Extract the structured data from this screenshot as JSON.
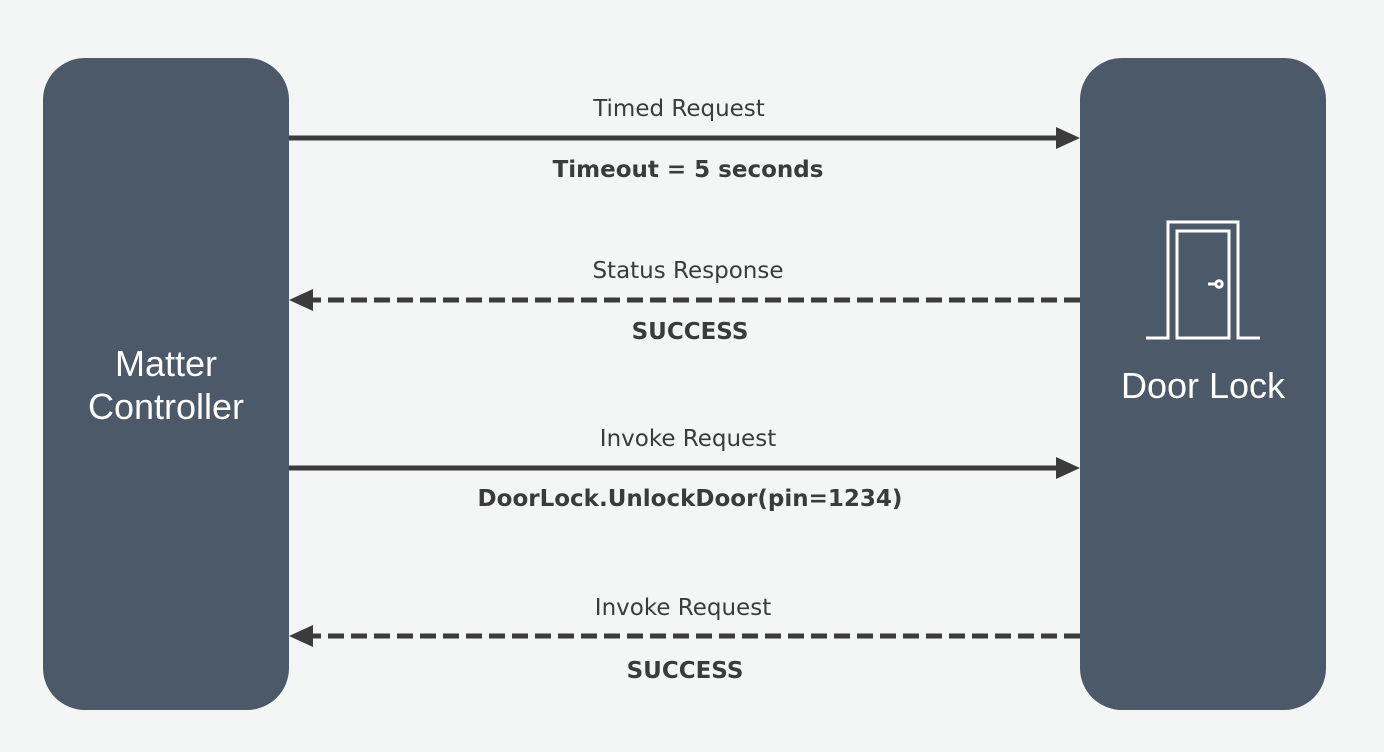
{
  "participants": {
    "controller": {
      "title": "Matter\nController"
    },
    "door_lock": {
      "title": "Door Lock",
      "icon": "door-icon"
    }
  },
  "messages": [
    {
      "label": "Timed Request",
      "detail": "Timeout = 5 seconds",
      "direction": "controller-to-door-lock",
      "line": "solid"
    },
    {
      "label": "Status Response",
      "detail": "SUCCESS",
      "direction": "door-lock-to-controller",
      "line": "dashed"
    },
    {
      "label": "Invoke Request",
      "detail": "DoorLock.UnlockDoor(pin=1234)",
      "direction": "controller-to-door-lock",
      "line": "solid"
    },
    {
      "label": "Invoke Request",
      "detail": "SUCCESS",
      "direction": "door-lock-to-controller",
      "line": "dashed"
    }
  ],
  "colors": {
    "background": "#f4f5f5",
    "lane": "#4b5968",
    "arrow": "#3b3b3b",
    "lane_text": "#ffffff"
  }
}
